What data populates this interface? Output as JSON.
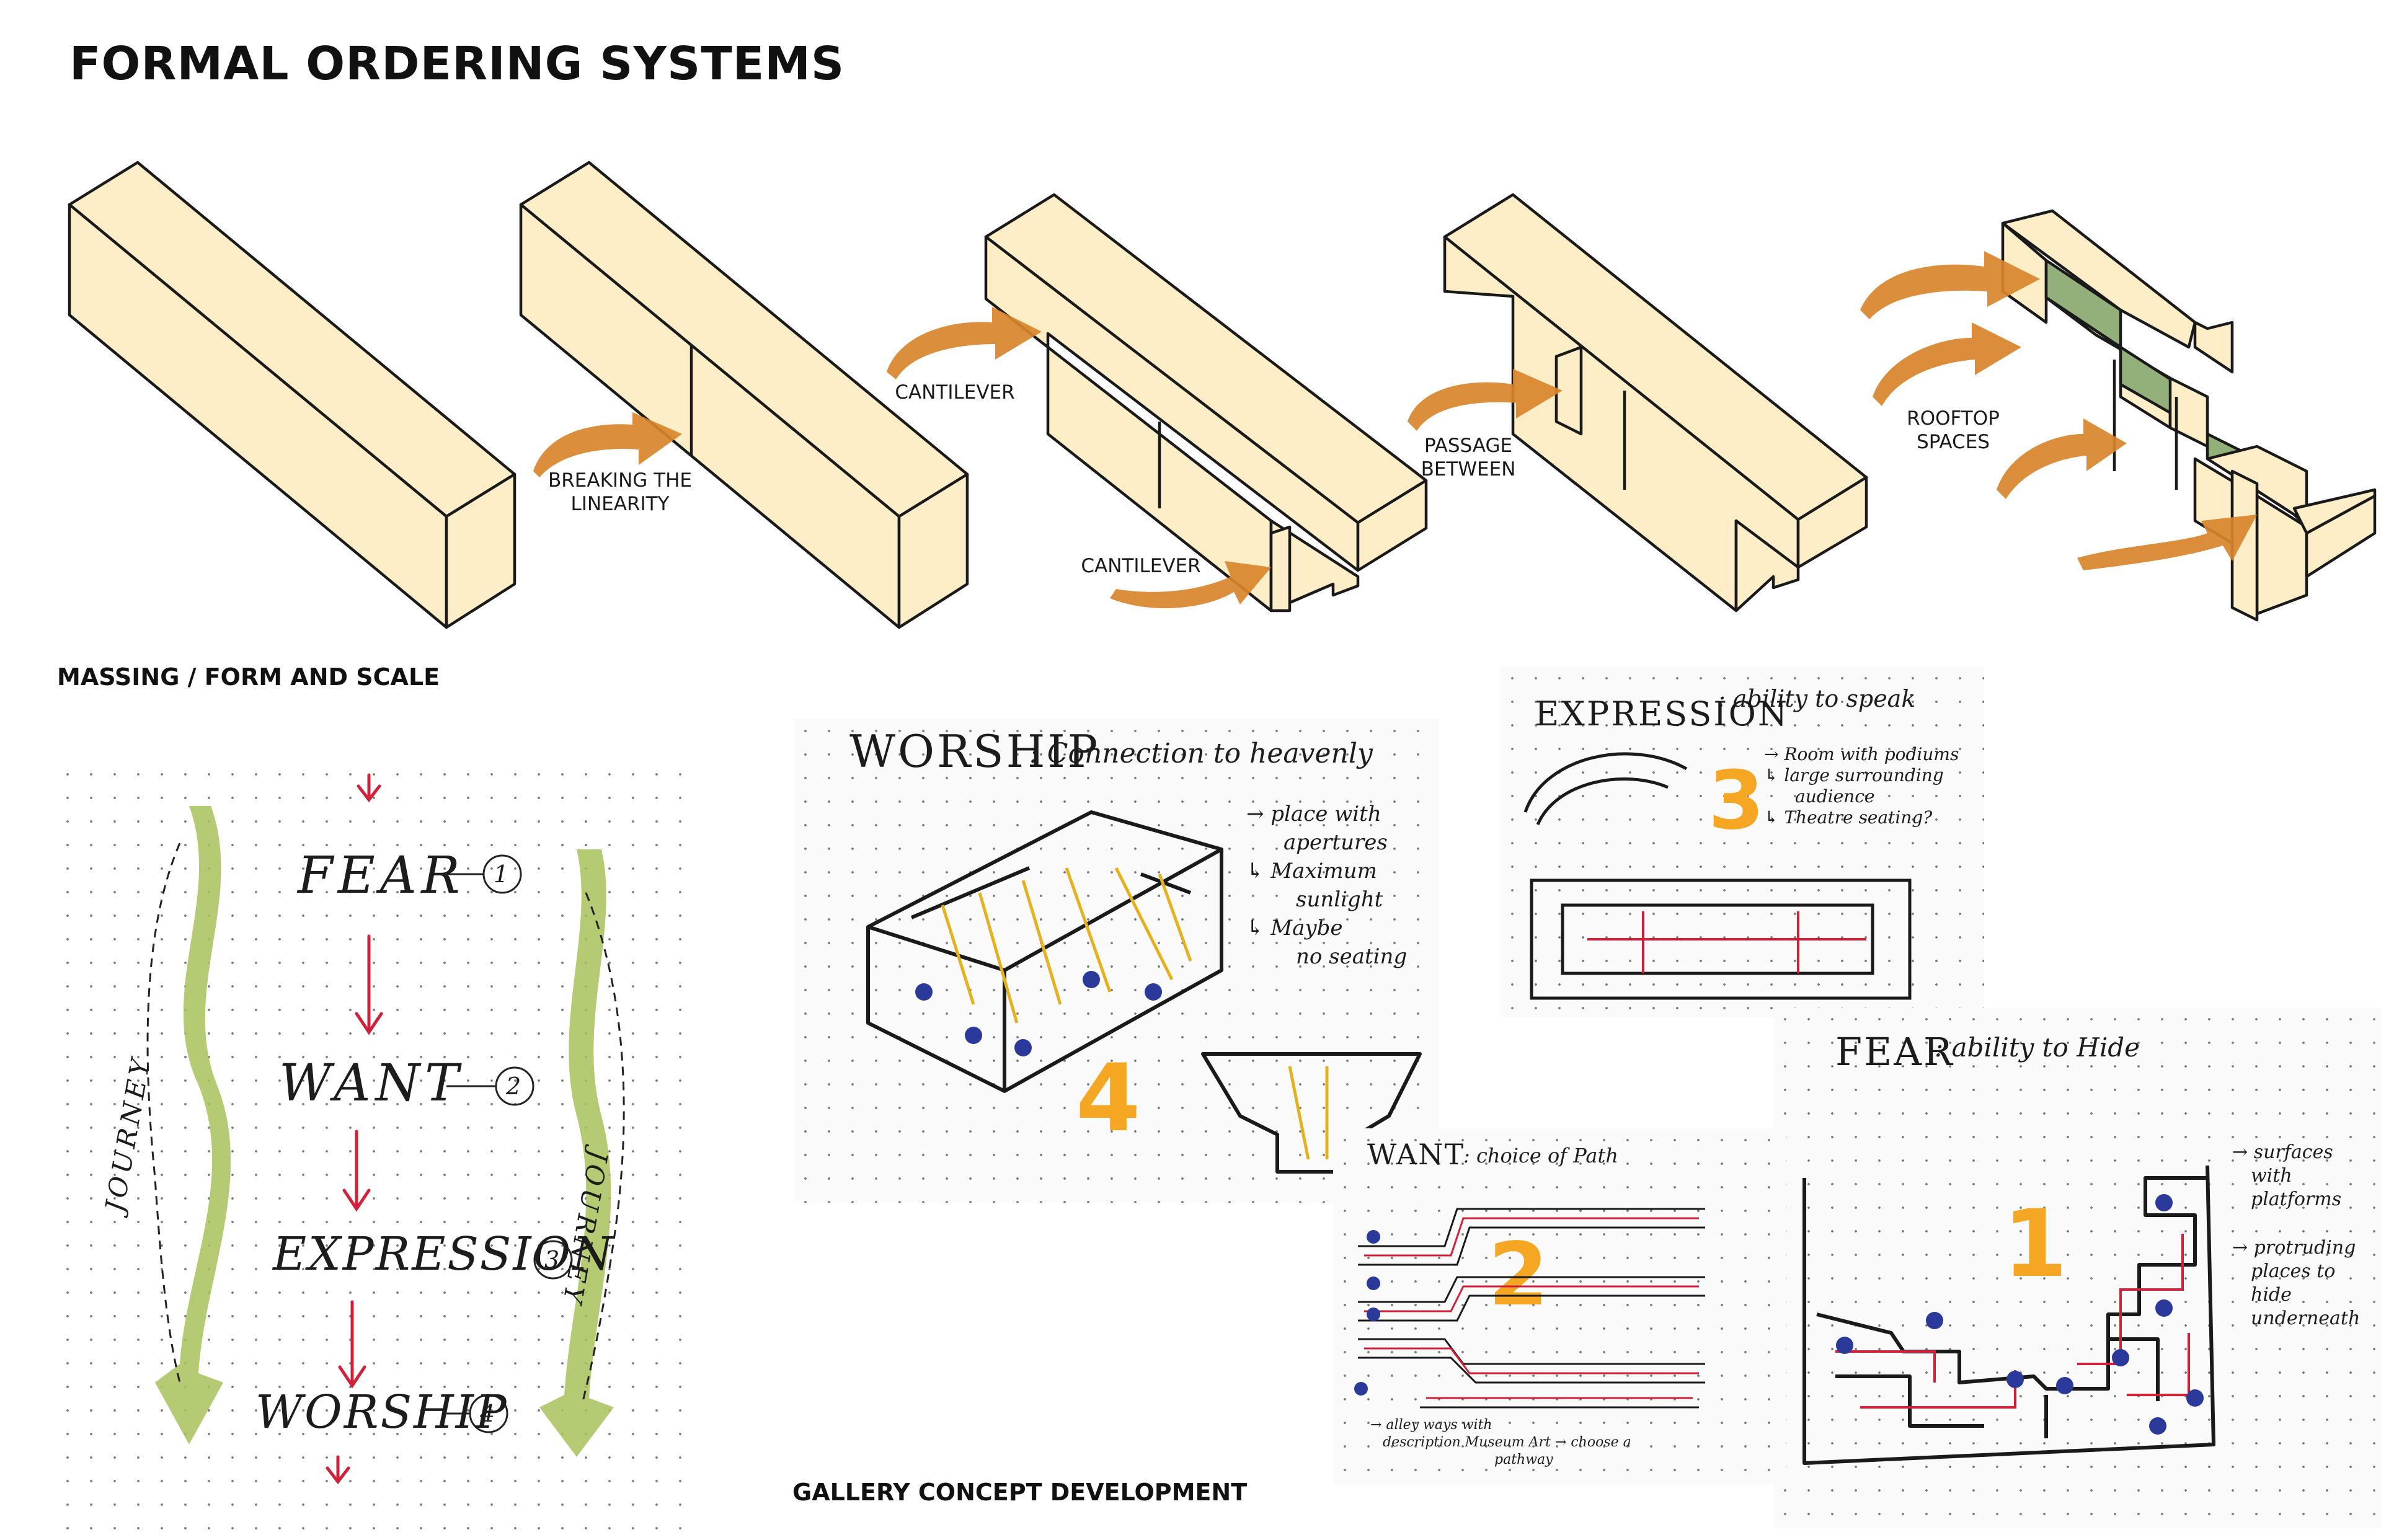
{
  "title": "FORMAL ORDERING SYSTEMS",
  "massing": {
    "section_label": "MASSING / FORM AND SCALE",
    "labels": {
      "breaking": "BREAKING THE\nLINEARITY",
      "cantilever_top": "CANTILEVER",
      "cantilever_bottom": "CANTILEVER",
      "passage": "PASSAGE\nBETWEEN",
      "rooftop": "ROOFTOP\nSPACES"
    },
    "colors": {
      "block": "#fdeec8",
      "arrow": "#d8842b",
      "roof_green": "#93b07a"
    }
  },
  "journey": {
    "steps": [
      {
        "word": "FEAR",
        "num": "1"
      },
      {
        "word": "WANT",
        "num": "2"
      },
      {
        "word": "EXPRESSION",
        "num": "3"
      },
      {
        "word": "WORSHIP",
        "num": "4"
      }
    ],
    "side_label": "JOURNEY",
    "colors": {
      "band": "#a8c25a",
      "arrow": "#d1203a"
    }
  },
  "gallery": {
    "section_label": "GALLERY CONCEPT DEVELOPMENT",
    "worship": {
      "heading": "WORSHIP",
      "subtitle": ": Connection to heavenly",
      "notes": [
        "→ place with",
        "apertures",
        "↳ Maximum",
        "sunlight",
        "↳ Maybe",
        "no seating"
      ],
      "number": "4"
    },
    "expression": {
      "heading": "EXPRESSION",
      "subtitle": ": ability to speak",
      "notes": [
        "→ Room with podiums",
        "↳ large surrounding",
        "audience",
        "↳ Theatre seating?"
      ],
      "number": "3"
    },
    "fear": {
      "heading": "FEAR",
      "subtitle": ": ability to Hide",
      "notes": [
        "→ surfaces",
        "with",
        "platforms",
        "→ protruding",
        "places to",
        "hide",
        "underneath"
      ],
      "number": "1"
    },
    "want": {
      "heading": "WANT",
      "subtitle": ": choice of Path",
      "notes": [
        "→ alley ways with",
        "description Museum Art → choose a",
        "pathway"
      ],
      "number": "2"
    }
  }
}
